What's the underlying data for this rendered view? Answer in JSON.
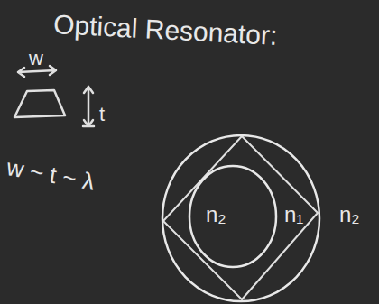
{
  "diagram": {
    "title": "Optical Resonator:",
    "nodes": [
      {
        "text": [
          "n₁"
        ]
      },
      {
        "text": [
          "n₂"
        ],
        "in": 0
      }
    ],
    "labels": [
      "n₂",
      "w",
      "t",
      "w ~ t ~ λ"
    ]
  }
}
